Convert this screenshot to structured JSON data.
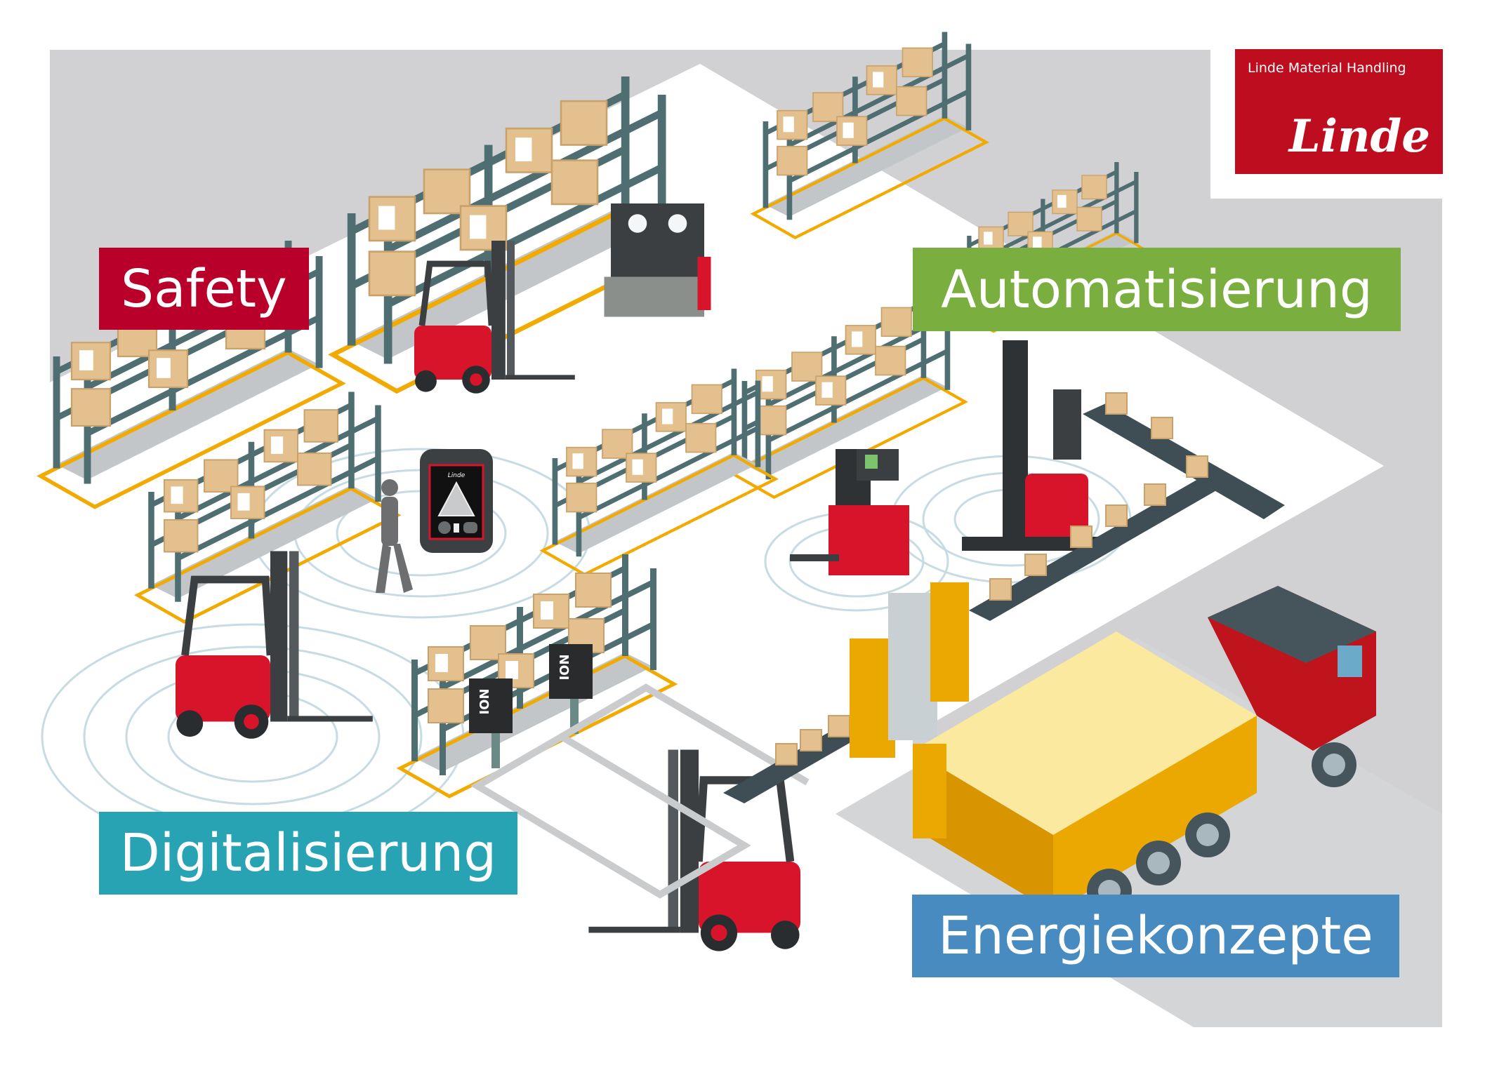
{
  "colors": {
    "background": "#FFFFFF",
    "ground_gray": "#D1D1D3",
    "floor_white": "#FFFFFF",
    "safety": "#B8002A",
    "automation": "#7AAE3E",
    "digital": "#27A3B4",
    "energy": "#478BC0",
    "logo_red": "#BE0D1F",
    "rack_steel": "#4E6E72",
    "box_kraft": "#E4C08F",
    "floor_marking": "#F2A900",
    "forklift_red": "#D8142A",
    "truck_yellow": "#EBA800",
    "truck_cab_red": "#C0141C",
    "conveyor_dark": "#3F4E54",
    "signal_rings": "#B8D4DC"
  },
  "logo": {
    "subtitle": "Linde Material Handling",
    "brand": "Linde"
  },
  "labels": {
    "safety": "Safety",
    "automation": "Automatisierung",
    "digital": "Digitalisierung",
    "energy": "Energiekonzepte"
  },
  "chargers": [
    {
      "text": "ION"
    },
    {
      "text": "ION"
    }
  ],
  "safety_device": {
    "brand": "Linde",
    "buttons": [
      "power",
      "battery",
      "cycle"
    ]
  }
}
